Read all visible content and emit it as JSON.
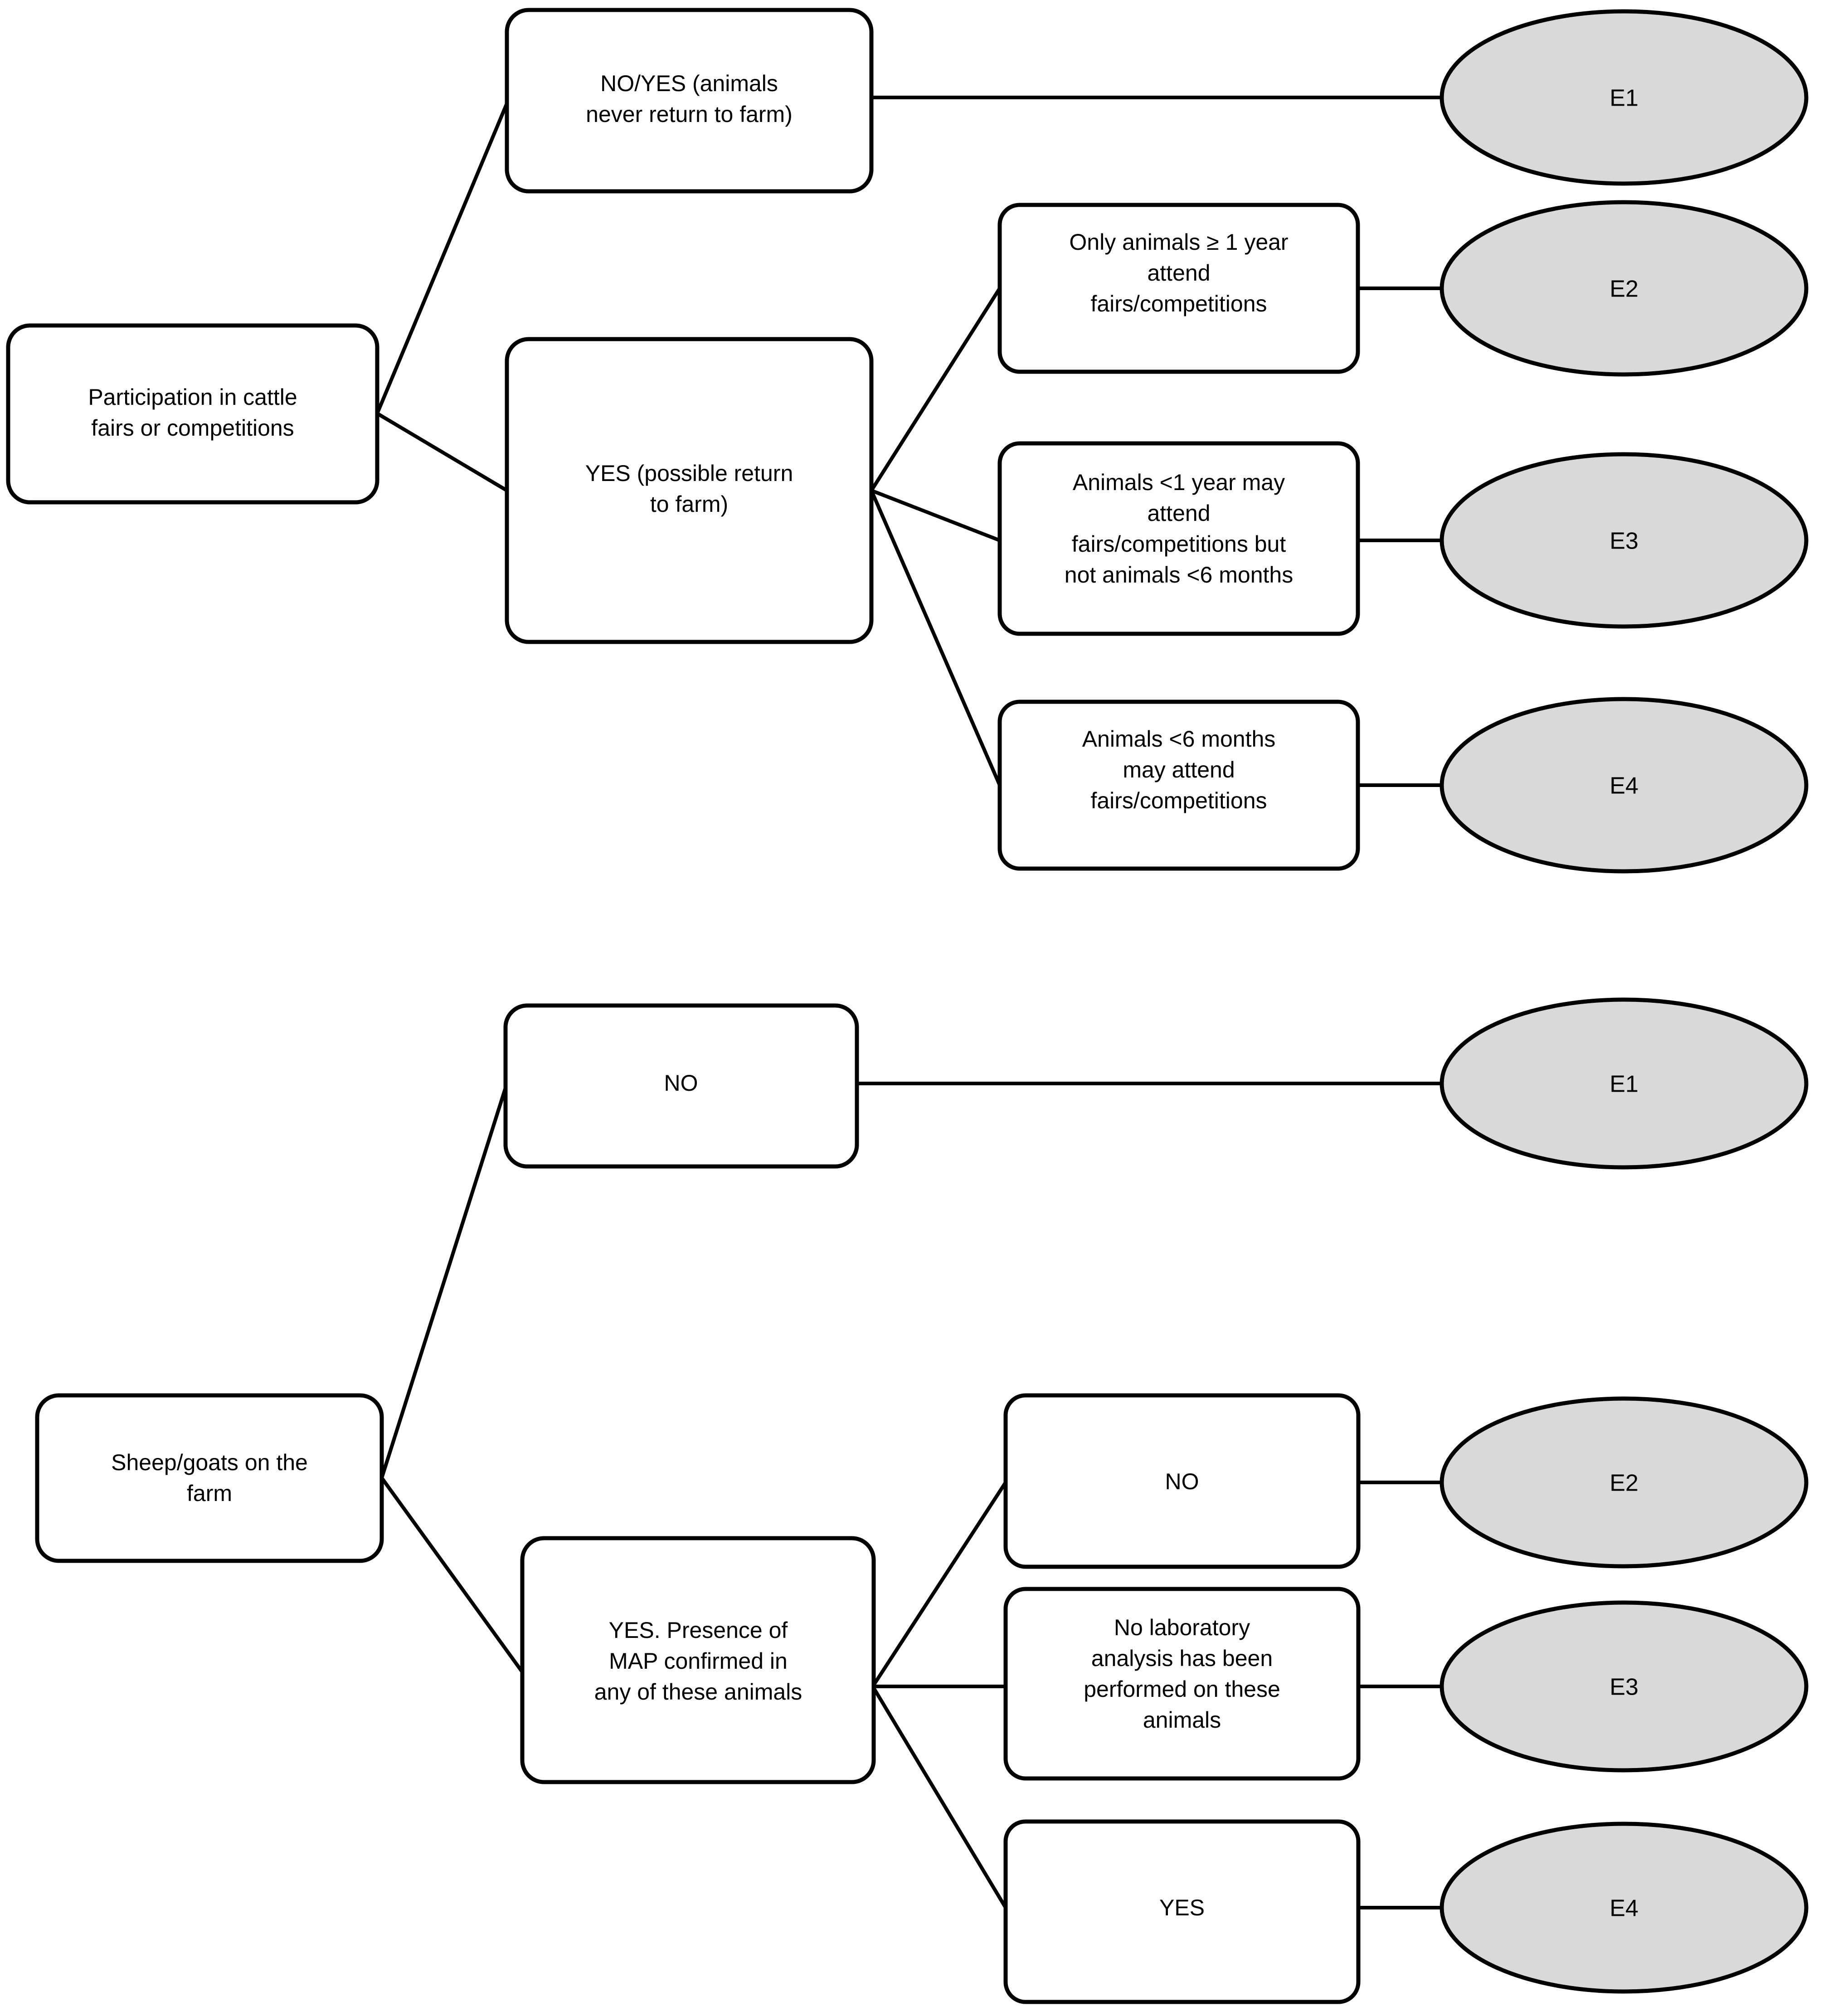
{
  "figure": {
    "type": "decision-tree-diagram",
    "background_color": "#ffffff",
    "node_fill": "#ffffff",
    "terminal_fill": "#d9d9d9",
    "stroke_color": "#000000"
  },
  "diagrams": [
    {
      "id": "cattle-fairs",
      "root": {
        "label": "Participation in cattle fairs or competitions"
      },
      "branches": [
        {
          "label": "NO/YES (animals never return to farm)",
          "terminal": "E1",
          "children": []
        },
        {
          "label": "YES (possible return to farm)",
          "children": [
            {
              "label": "Only animals ≥ 1 year attend fairs/competitions",
              "terminal": "E2"
            },
            {
              "label": "Animals <1 year may attend fairs/competitions but not animals <6 months",
              "terminal": "E3"
            },
            {
              "label": "Animals <6 months may attend fairs/competitions",
              "terminal": "E4"
            }
          ]
        }
      ]
    },
    {
      "id": "sheep-goats",
      "root": {
        "label": "Sheep/goats on the farm"
      },
      "branches": [
        {
          "label": "NO",
          "terminal": "E1",
          "children": []
        },
        {
          "label": "YES. Presence of MAP confirmed in any of these animals",
          "children": [
            {
              "label": "NO",
              "terminal": "E2"
            },
            {
              "label": "No laboratory analysis has been performed on these animals",
              "terminal": "E3"
            },
            {
              "label": "YES",
              "terminal": "E4"
            }
          ]
        }
      ]
    }
  ],
  "nodes": {
    "d1_root_l1": "Participation in cattle",
    "d1_root_l2": "fairs or competitions",
    "d1_b1_l1": "NO/YES (animals",
    "d1_b1_l2": "never return to farm)",
    "d1_b2_l1": "YES (possible return",
    "d1_b2_l2": "to farm)",
    "d1_c1_l1": "Only animals ≥ 1 year",
    "d1_c1_l2": "attend",
    "d1_c1_l3": "fairs/competitions",
    "d1_c2_l1": "Animals <1 year may",
    "d1_c2_l2": "attend",
    "d1_c2_l3": "fairs/competitions but",
    "d1_c2_l4": "not animals <6 months",
    "d1_c3_l1": "Animals <6 months",
    "d1_c3_l2": "may attend",
    "d1_c3_l3": "fairs/competitions",
    "d1_e1": "E1",
    "d1_e2": "E2",
    "d1_e3": "E3",
    "d1_e4": "E4",
    "d2_root_l1": "Sheep/goats on the",
    "d2_root_l2": "farm",
    "d2_b1_l1": "NO",
    "d2_b2_l1": "YES. Presence of",
    "d2_b2_l2": "MAP confirmed in",
    "d2_b2_l3": "any of these animals",
    "d2_c1_l1": "NO",
    "d2_c2_l1": "No laboratory",
    "d2_c2_l2": "analysis has been",
    "d2_c2_l3": "performed on these",
    "d2_c2_l4": "animals",
    "d2_c3_l1": "YES",
    "d2_e1": "E1",
    "d2_e2": "E2",
    "d2_e3": "E3",
    "d2_e4": "E4"
  }
}
